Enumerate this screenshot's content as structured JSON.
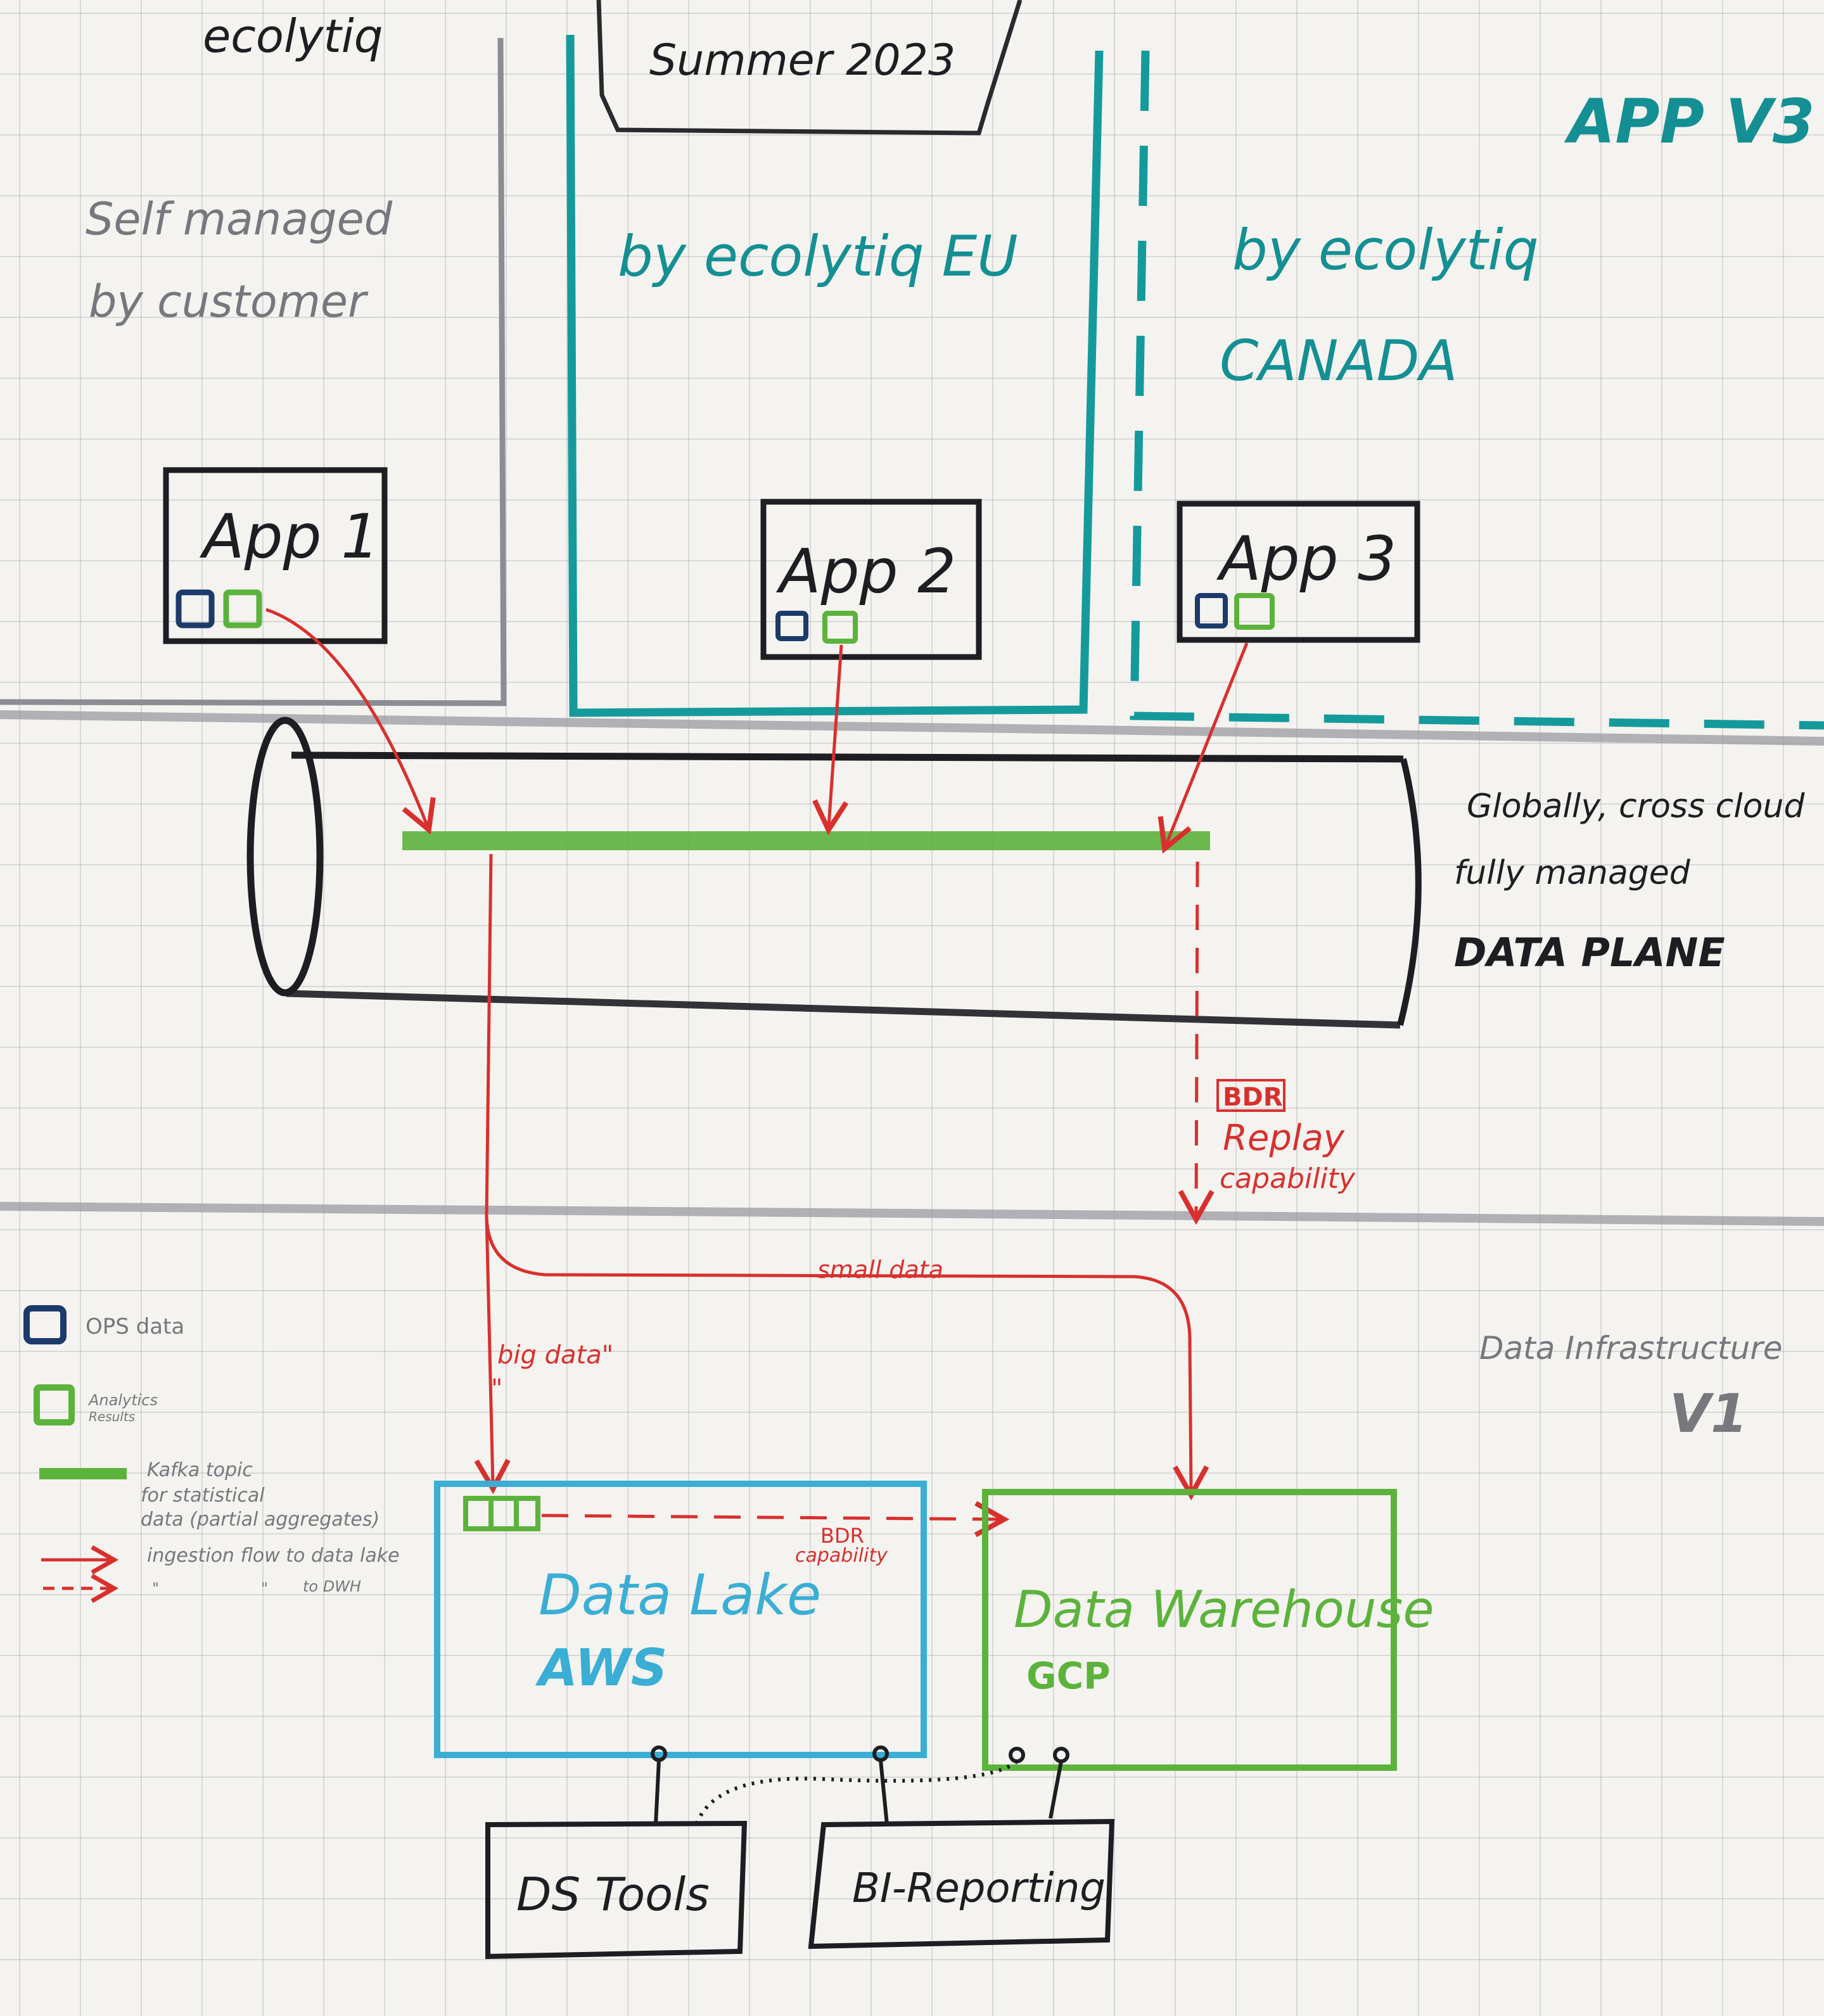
{
  "header": {
    "logo": "ecolytiq",
    "version": "APP V3",
    "period": "Summer 2023"
  },
  "zones": {
    "self_managed": [
      "Self managed",
      "by customer"
    ],
    "eu": "by ecolytiq EU",
    "canada": [
      "by ecolytiq",
      "CANADA"
    ]
  },
  "apps": [
    {
      "label": "App 1"
    },
    {
      "label": "App 2"
    },
    {
      "label": "App 3"
    }
  ],
  "data_plane": {
    "lines": [
      "Globally, cross cloud",
      "fully managed",
      "DATA PLANE"
    ]
  },
  "bdr_replay": {
    "badge": "BDR",
    "lines": [
      "Replay",
      "capability"
    ]
  },
  "flows": {
    "small_data": "small data",
    "big_data": "big data\"",
    "big_data_open_quote": "\"",
    "bdr_badge": "BDR",
    "bdr_capability": "capability"
  },
  "infra": {
    "label": "Data Infrastructure",
    "version": "V1"
  },
  "legend": {
    "ops": "OPS data",
    "analytics": [
      "Analytics",
      "Results"
    ],
    "kafka": [
      "Kafka topic",
      "for statistical",
      "data (partial aggregates)"
    ],
    "ingestion": "ingestion flow to data lake",
    "dwh_flow": [
      "\"",
      "\"",
      "to DWH"
    ]
  },
  "data_lake": {
    "title": "Data Lake",
    "cloud": "AWS"
  },
  "data_warehouse": {
    "title": "Data Warehouse",
    "cloud": "GCP"
  },
  "consumers": {
    "ds_tools": "DS Tools",
    "bi_reporting": "BI-Reporting"
  },
  "colors": {
    "teal": "#148f93",
    "gray": "#77777d",
    "red": "#d8302e",
    "green": "#5cb33c",
    "blue": "#3aaed4",
    "navy": "#1c3a6b",
    "black": "#1e1e22"
  }
}
